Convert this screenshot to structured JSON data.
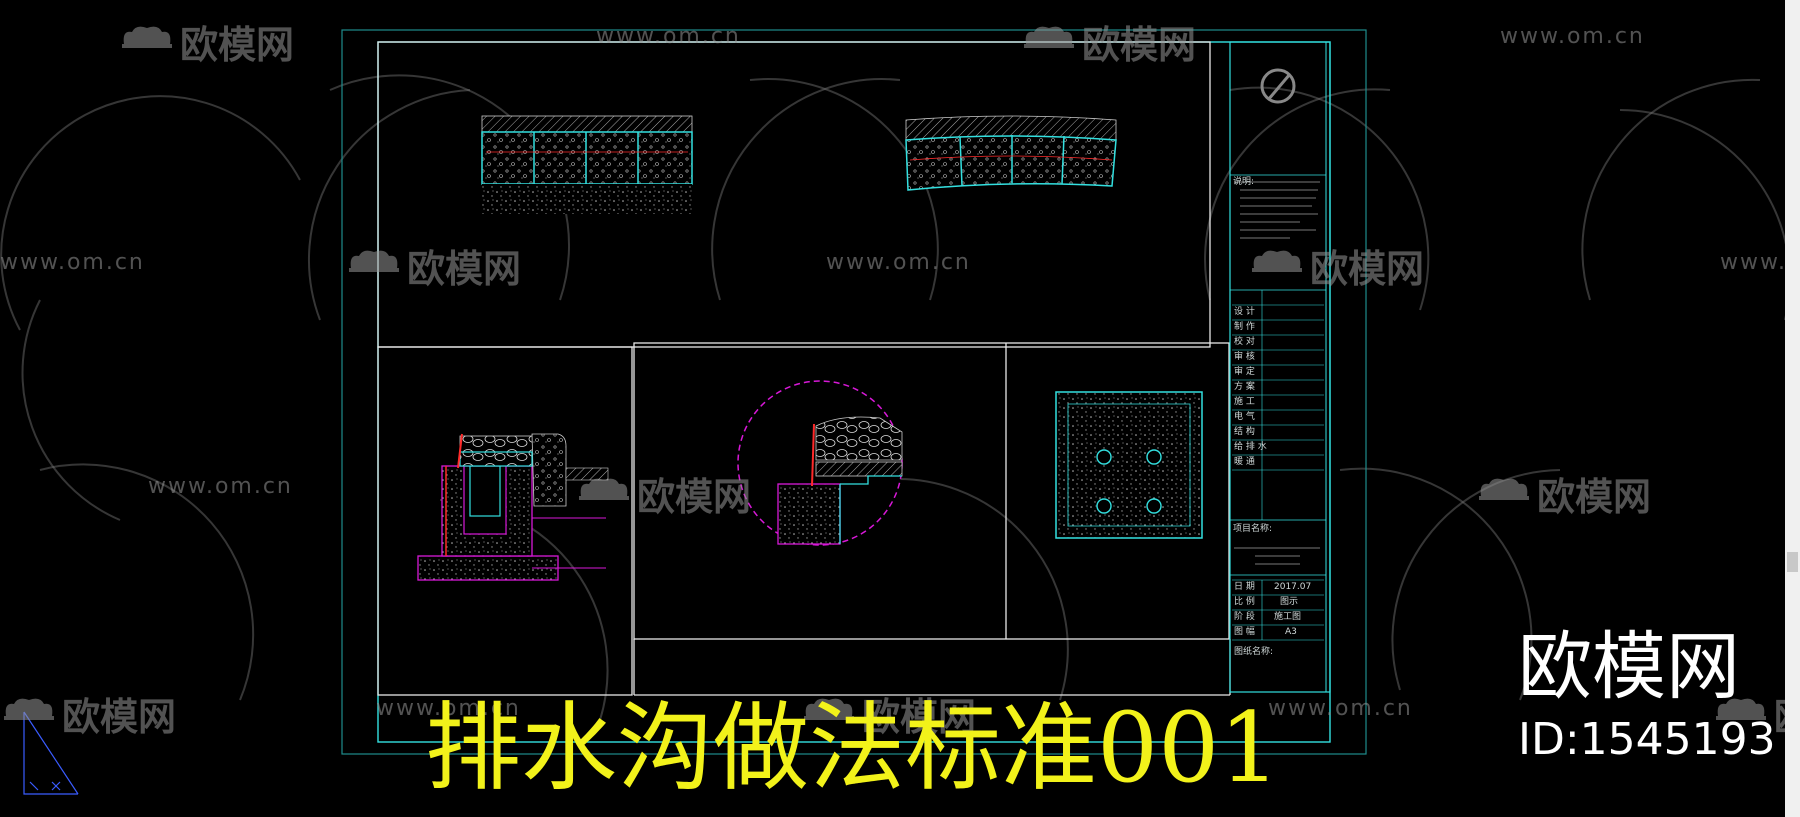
{
  "title": "排水沟做法标准001",
  "brand": {
    "name": "欧模网",
    "id_label": "ID:1545193"
  },
  "watermark": {
    "brand": "欧模网",
    "url": "www.om.cn"
  },
  "title_block": {
    "notes_label": "说明:",
    "rows": [
      "设 计",
      "制 作",
      "校 对",
      "审 核",
      "审 定",
      "方 案",
      "施 工",
      "电 气",
      "结 构",
      "给 排 水",
      "暖 通"
    ],
    "date_label": "日 期",
    "date_value": "2017.07",
    "scale_label": "比 例",
    "scale_value": "图示",
    "stage_label": "阶 段",
    "stage_value": "施工图",
    "sheet_label": "图 幅",
    "sheet_value": "A3",
    "drawing_name_label": "图纸名称:",
    "project_label": "项目名称:"
  },
  "colors": {
    "cyan": "#33e0e0",
    "white": "#e8e8e8",
    "magenta": "#d818d8",
    "red": "#ff2a2a",
    "yellow": "#f2f21a"
  }
}
